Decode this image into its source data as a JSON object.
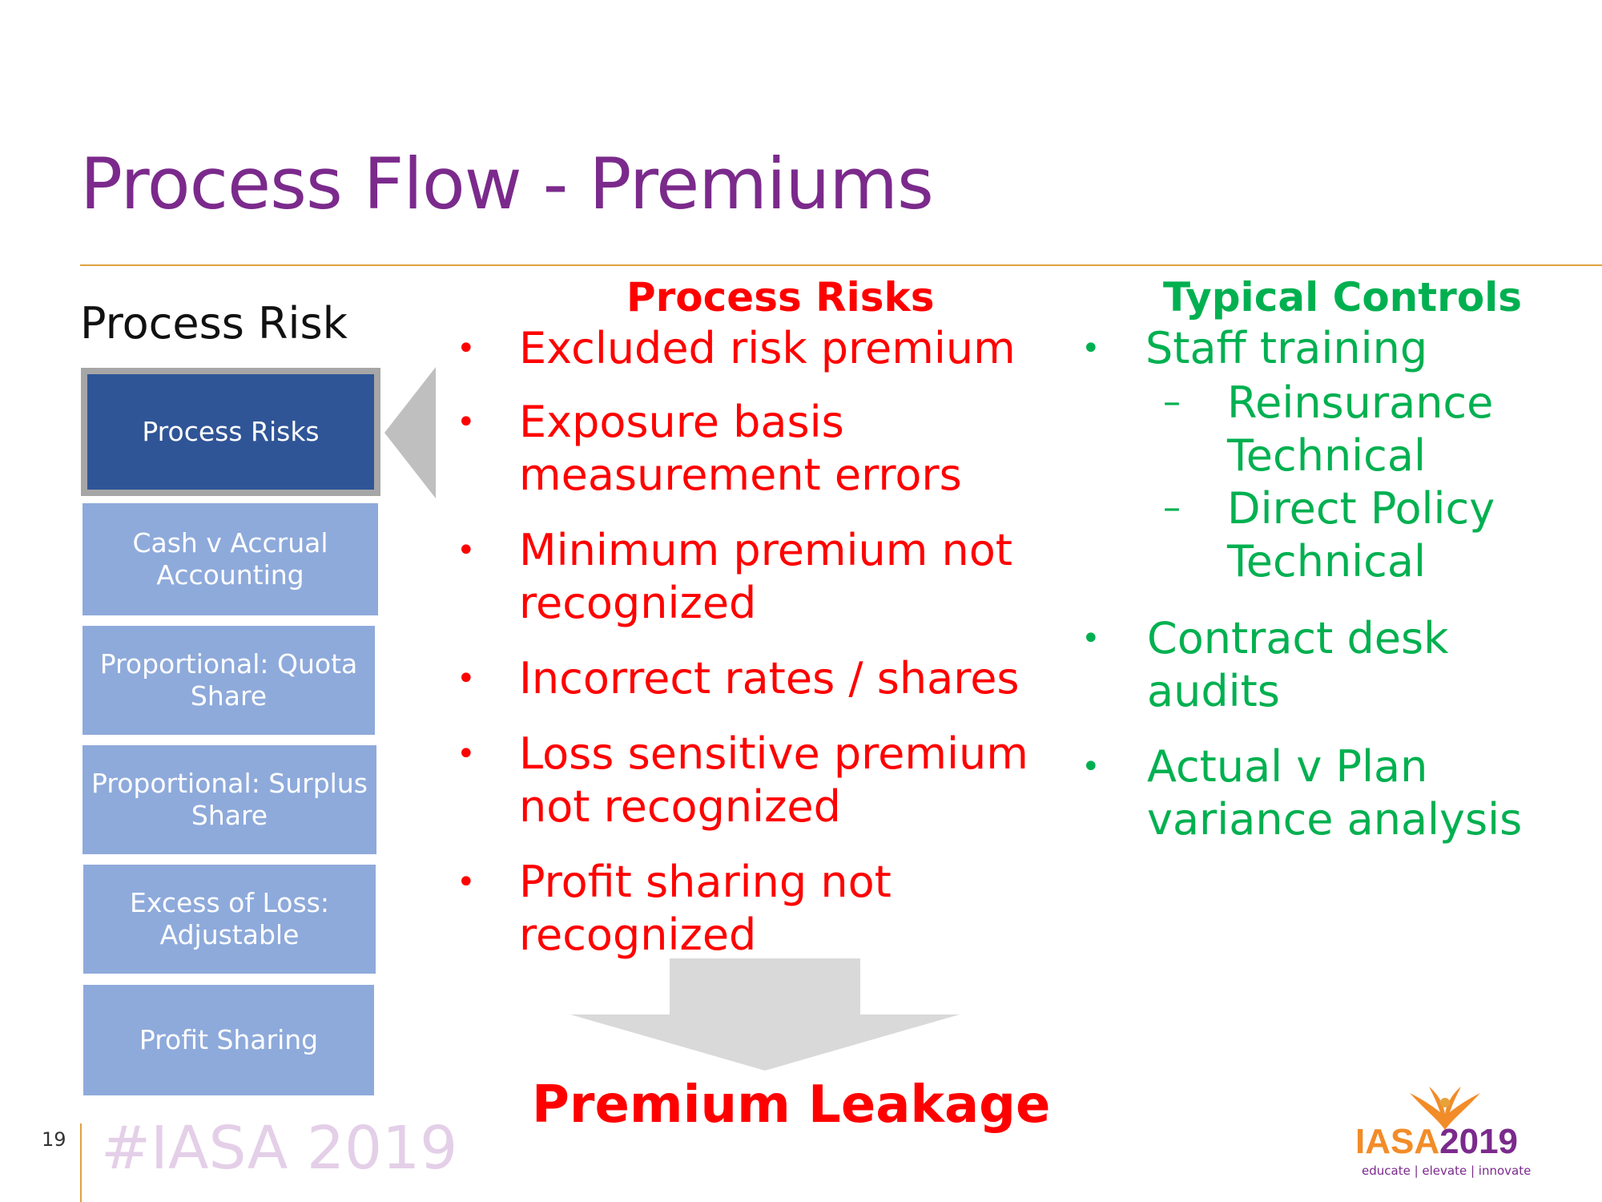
{
  "slide": {
    "title": "Process Flow - Premiums",
    "page_number": "19",
    "hashtag": "#IASA 2019"
  },
  "sidebar": {
    "heading": "Process Risk",
    "steps": [
      {
        "label": "Process Risks",
        "active": true
      },
      {
        "label": "Cash v Accrual Accounting",
        "active": false
      },
      {
        "label": "Proportional: Quota Share",
        "active": false
      },
      {
        "label": "Proportional: Surplus Share",
        "active": false
      },
      {
        "label": "Excess of Loss: Adjustable",
        "active": false
      },
      {
        "label": "Profit Sharing",
        "active": false
      }
    ]
  },
  "risks": {
    "heading": "Process Risks",
    "items": [
      "Excluded risk premium",
      "Exposure basis measurement errors",
      "Minimum premium not recognized",
      "Incorrect rates / shares",
      "Loss sensitive premium not recognized",
      "Profit sharing not recognized"
    ]
  },
  "controls": {
    "heading": "Typical Controls",
    "items": [
      {
        "label": "Staff training",
        "subitems": [
          "Reinsurance Technical",
          "Direct Policy Technical"
        ]
      },
      {
        "label": "Contract desk audits",
        "subitems": []
      },
      {
        "label": "Actual v Plan variance analysis",
        "subitems": []
      }
    ]
  },
  "outcome": {
    "label": "Premium Leakage"
  },
  "logo": {
    "word_a": "IASA",
    "word_b": "2019",
    "tagline": "educate | elevate | innovate"
  },
  "colors": {
    "title": "#7B2A8C",
    "risk_red": "#FF0000",
    "control_green": "#00B050",
    "step_active": "#2F5597",
    "step_inactive": "#8EAADB",
    "rule": "#E0A040",
    "logo_orange": "#F28C28"
  }
}
